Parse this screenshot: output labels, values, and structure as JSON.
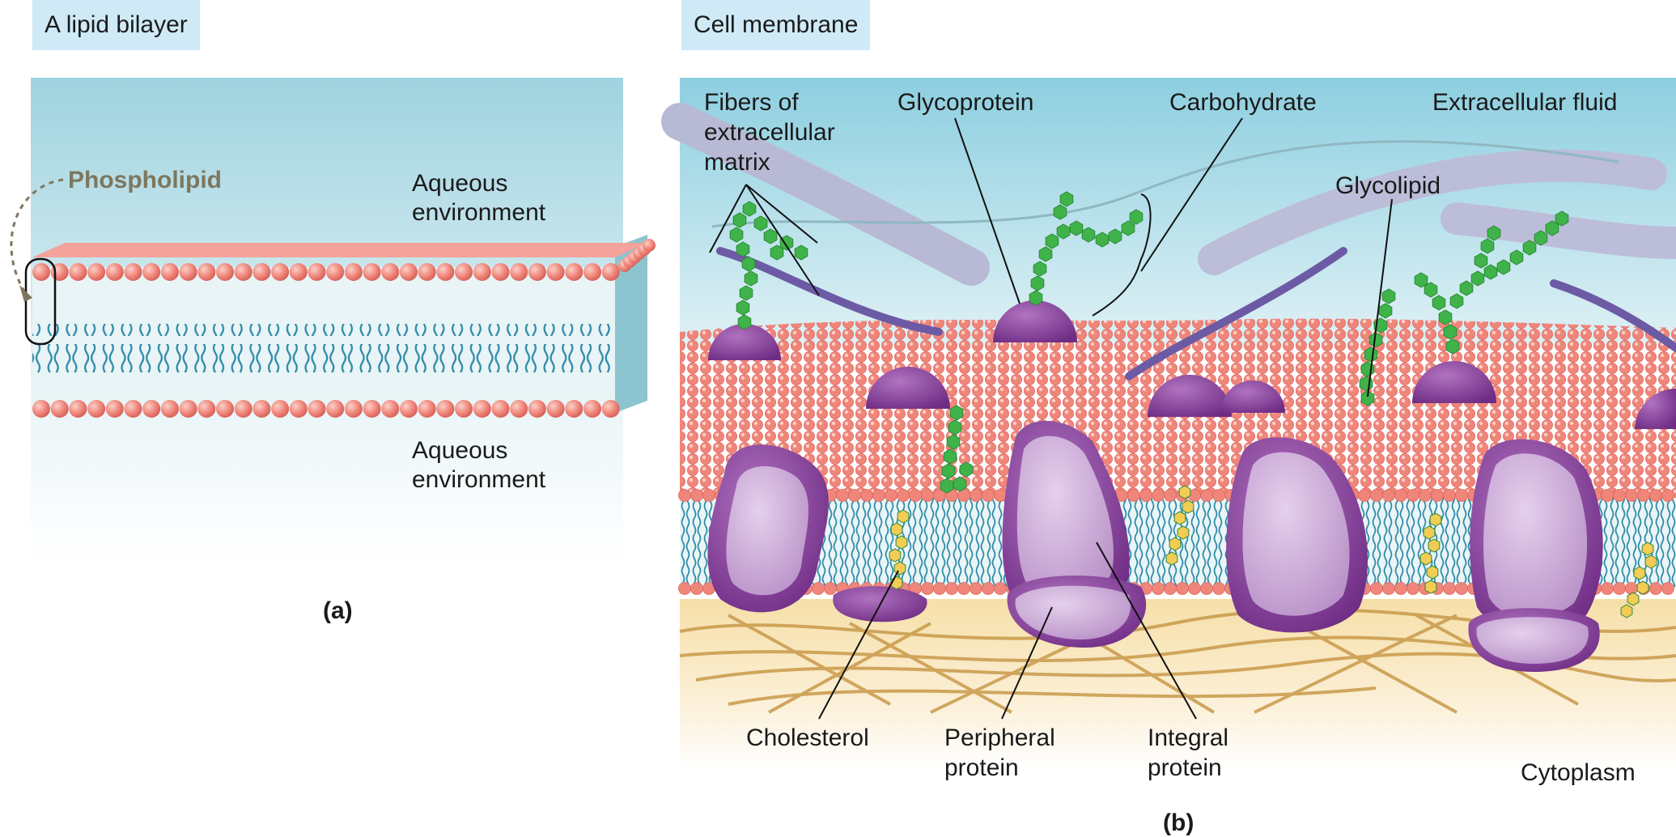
{
  "panel_a": {
    "title": "A lipid bilayer",
    "phospholipid_label": "Phospholipid",
    "aqueous_top": [
      "Aqueous",
      "environment"
    ],
    "aqueous_bottom": [
      "Aqueous",
      "environment"
    ],
    "letter": "(a)"
  },
  "panel_b": {
    "title": "Cell membrane",
    "fibers_label": [
      "Fibers of",
      "extracellular",
      "matrix"
    ],
    "glycoprotein_label": "Glycoprotein",
    "carbohydrate_label": "Carbohydrate",
    "extracellular_label": "Extracellular fluid",
    "glycolipid_label": "Glycolipid",
    "cholesterol_label": "Cholesterol",
    "peripheral_label": [
      "Peripheral",
      "protein"
    ],
    "integral_label": [
      "Integral",
      "protein"
    ],
    "cytoplasm_label": "Cytoplasm",
    "letter": "(b)"
  },
  "colors": {
    "aqueous": "#a6d9e4",
    "head": "#f07e76",
    "tail": "#2d8aa8",
    "protein": "#8a3f9c",
    "protein_light": "#c9a8d6",
    "carbohydrate": "#3fb34a",
    "cholesterol": "#f2cc55",
    "fiber": "#c8c9dc",
    "cytoskeleton": "#d8ae5d",
    "phospholipid_label": "#7d775e"
  }
}
